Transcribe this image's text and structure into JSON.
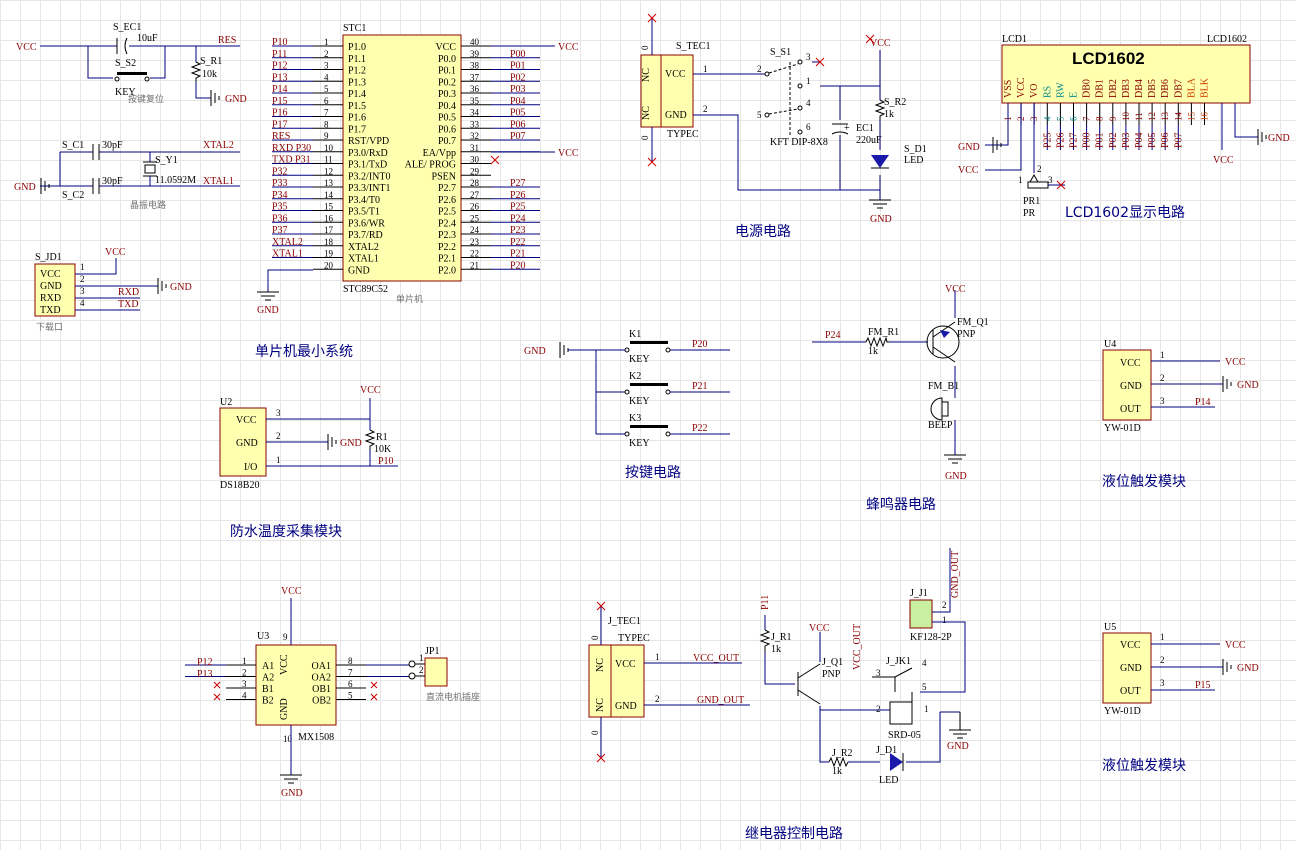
{
  "mcu": {
    "ref": "STC1",
    "part": "STC89C52",
    "comment": "单片机",
    "left_pins": [
      {
        "num": "1",
        "name": "P1.0",
        "net": "P10"
      },
      {
        "num": "2",
        "name": "P1.1",
        "net": "P11"
      },
      {
        "num": "3",
        "name": "P1.2",
        "net": "P12"
      },
      {
        "num": "4",
        "name": "P1.3",
        "net": "P13"
      },
      {
        "num": "5",
        "name": "P1.4",
        "net": "P14"
      },
      {
        "num": "6",
        "name": "P1.5",
        "net": "P15"
      },
      {
        "num": "7",
        "name": "P1.6",
        "net": "P16"
      },
      {
        "num": "8",
        "name": "P1.7",
        "net": "P17"
      },
      {
        "num": "9",
        "name": "RST/VPD",
        "net": "RES"
      },
      {
        "num": "10",
        "name": "P3.0/RxD",
        "net": "RXD P30"
      },
      {
        "num": "11",
        "name": "P3.1/TxD",
        "net": "TXD P31"
      },
      {
        "num": "12",
        "name": "P3.2/INT0",
        "net": "P32"
      },
      {
        "num": "13",
        "name": "P3.3/INT1",
        "net": "P33"
      },
      {
        "num": "14",
        "name": "P3.4/T0",
        "net": "P34"
      },
      {
        "num": "15",
        "name": "P3.5/T1",
        "net": "P35"
      },
      {
        "num": "16",
        "name": "P3.6/WR",
        "net": "P36"
      },
      {
        "num": "17",
        "name": "P3.7/RD",
        "net": "P37"
      },
      {
        "num": "18",
        "name": "XTAL2",
        "net": "XTAL2"
      },
      {
        "num": "19",
        "name": "XTAL1",
        "net": "XTAL1"
      },
      {
        "num": "20",
        "name": "GND",
        "net": ""
      }
    ],
    "right_pins": [
      {
        "num": "40",
        "name": "VCC",
        "net": "VCC"
      },
      {
        "num": "39",
        "name": "P0.0",
        "net": "P00"
      },
      {
        "num": "38",
        "name": "P0.1",
        "net": "P01"
      },
      {
        "num": "37",
        "name": "P0.2",
        "net": "P02"
      },
      {
        "num": "36",
        "name": "P0.3",
        "net": "P03"
      },
      {
        "num": "35",
        "name": "P0.4",
        "net": "P04"
      },
      {
        "num": "34",
        "name": "P0.5",
        "net": "P05"
      },
      {
        "num": "33",
        "name": "P0.6",
        "net": "P06"
      },
      {
        "num": "32",
        "name": "P0.7",
        "net": "P07"
      },
      {
        "num": "31",
        "name": "EA/Vpp",
        "net": "VCC"
      },
      {
        "num": "30",
        "name": "ALE/ PROG",
        "net": ""
      },
      {
        "num": "29",
        "name": "PSEN",
        "net": ""
      },
      {
        "num": "28",
        "name": "P2.7",
        "net": "P27"
      },
      {
        "num": "27",
        "name": "P2.6",
        "net": "P26"
      },
      {
        "num": "26",
        "name": "P2.5",
        "net": "P25"
      },
      {
        "num": "25",
        "name": "P2.4",
        "net": "P24"
      },
      {
        "num": "24",
        "name": "P2.3",
        "net": "P23"
      },
      {
        "num": "23",
        "name": "P2.2",
        "net": "P22"
      },
      {
        "num": "22",
        "name": "P2.1",
        "net": "P21"
      },
      {
        "num": "21",
        "name": "P2.0",
        "net": "P20"
      }
    ]
  },
  "reset": {
    "vcc": "VCC",
    "cap_ref": "S_EC1",
    "cap_val": "10uF",
    "net": "RES",
    "sw_ref": "S_S2",
    "sw_val": "KEY",
    "res_ref": "S_R1",
    "res_val": "10k",
    "gnd": "GND",
    "caption": "按键复位"
  },
  "crystal": {
    "c1_ref": "S_C1",
    "c1_val": "30pF",
    "c2_ref": "S_C2",
    "c2_val": "30pF",
    "y_ref": "S_Y1",
    "y_val": "11.0592M",
    "net1": "XTAL2",
    "net2": "XTAL1",
    "gnd": "GND",
    "caption": "晶振电路"
  },
  "download": {
    "ref": "S_JD1",
    "pins": [
      "VCC",
      "GND",
      "RXD",
      "TXD"
    ],
    "nums": [
      "1",
      "2",
      "3",
      "4"
    ],
    "vcc": "VCC",
    "gnd": "GND",
    "net_rxd": "RXD",
    "net_txd": "TXD",
    "caption": "下载口"
  },
  "mcu_title": "单片机最小系统",
  "power": {
    "jack_ref": "S_TEC1",
    "jack_pins": [
      "VCC",
      "GND"
    ],
    "jack_nc": [
      "NC",
      "NC"
    ],
    "jack_nums": [
      "1",
      "2"
    ],
    "jack_part": "TYPEC",
    "zeros": [
      "0",
      "0"
    ],
    "sw_ref": "S_S1",
    "sw_part": "KFT DIP-8X8",
    "sw_nums": [
      "1",
      "2",
      "3",
      "4",
      "5",
      "6"
    ],
    "cap_ref": "EC1",
    "cap_val": "220uF",
    "cap_sign": "+",
    "res_ref": "S_R2",
    "res_val": "1k",
    "led_ref": "S_D1",
    "led_val": "LED",
    "vcc": "VCC",
    "gnd": "GND",
    "title": "电源电路"
  },
  "lcd": {
    "ref": "LCD1",
    "part_name": "LCD1602",
    "big": "LCD1602",
    "pins": [
      "VSS",
      "VCC",
      "VO",
      "RS",
      "RW",
      "E",
      "DB0",
      "DB1",
      "DB2",
      "DB3",
      "DB4",
      "DB5",
      "DB6",
      "DB7",
      "BLA",
      "BLK"
    ],
    "nums": [
      "1",
      "2",
      "3",
      "4",
      "5",
      "6",
      "7",
      "8",
      "9",
      "10",
      "11",
      "12",
      "13",
      "14",
      "15",
      "16"
    ],
    "nets": [
      "P25",
      "P26",
      "P27",
      "P00",
      "P01",
      "P02",
      "P03",
      "P04",
      "P05",
      "P06",
      "P07"
    ],
    "gnd": "GND",
    "vcc": "VCC",
    "pot_ref": "PR1",
    "pot_part": "PR",
    "pot_nums": [
      "1",
      "2",
      "3"
    ],
    "gnd2": "GND",
    "vcc2": "VCC",
    "title": "LCD1602显示电路"
  },
  "temp": {
    "ref": "U2",
    "part": "DS18B20",
    "pins": [
      "VCC",
      "GND",
      "I/O"
    ],
    "nums": [
      "3",
      "2",
      "1"
    ],
    "res_ref": "R1",
    "res_val": "10K",
    "vcc": "VCC",
    "gnd": "GND",
    "net": "P10",
    "title": "防水温度采集模块"
  },
  "keys": {
    "gnd": "GND",
    "items": [
      {
        "ref": "K1",
        "val": "KEY",
        "net": "P20"
      },
      {
        "ref": "K2",
        "val": "KEY",
        "net": "P21"
      },
      {
        "ref": "K3",
        "val": "KEY",
        "net": "P22"
      }
    ],
    "title": "按键电路"
  },
  "buzzer": {
    "net": "P24",
    "res_ref": "FM_R1",
    "res_val": "1k",
    "q_ref": "FM_Q1",
    "q_val": "PNP",
    "bz_ref": "FM_B1",
    "bz_val": "BEEP",
    "vcc": "VCC",
    "gnd": "GND",
    "title": "蜂鸣器电路"
  },
  "level1": {
    "ref": "U4",
    "part": "YW-01D",
    "pins": [
      "VCC",
      "GND",
      "OUT"
    ],
    "nums": [
      "1",
      "2",
      "3"
    ],
    "vcc": "VCC",
    "gnd": "GND",
    "net": "P14",
    "title": "液位触发模块"
  },
  "level2": {
    "ref": "U5",
    "part": "YW-01D",
    "pins": [
      "VCC",
      "GND",
      "OUT"
    ],
    "nums": [
      "1",
      "2",
      "3"
    ],
    "vcc": "VCC",
    "gnd": "GND",
    "net": "P15",
    "title": "液位触发模块"
  },
  "motor": {
    "ref": "U3",
    "part": "MX1508",
    "left_pins": [
      "A1",
      "A2",
      "B1",
      "B2"
    ],
    "right_pins": [
      "OA1",
      "OA2",
      "OB1",
      "OB2"
    ],
    "left_nums": [
      "1",
      "2",
      "3",
      "4"
    ],
    "right_nums": [
      "8",
      "7",
      "6",
      "5"
    ],
    "vcc_pin": "VCC",
    "gnd_pin": "GND",
    "vcc_num": "9",
    "gnd_num": "10",
    "net1": "P12",
    "net2": "P13",
    "vcc": "VCC",
    "gnd": "GND",
    "jp_ref": "JP1",
    "jp_nums": [
      "1",
      "2"
    ],
    "jp_caption": "直流电机插座"
  },
  "relay": {
    "jack_ref": "J_TEC1",
    "jack_part": "TYPEC",
    "jack_pins": [
      "VCC",
      "GND"
    ],
    "jack_nc": [
      "NC",
      "NC"
    ],
    "jack_nums": [
      "1",
      "2"
    ],
    "zeros": [
      "0",
      "0"
    ],
    "net_vcc": "VCC_OUT",
    "net_gnd": "GND_OUT",
    "p11": "P11",
    "r1_ref": "J_R1",
    "r1_val": "1k",
    "vcc": "VCC",
    "q_ref": "J_Q1",
    "q_val": "PNP",
    "vcc_out": "VCC_OUT",
    "gnd_out": "GND_OUT",
    "j1_ref": "J_J1",
    "j1_part": "KF128-2P",
    "j1_nums": [
      "1",
      "2"
    ],
    "jk_ref": "J_JK1",
    "jk_part": "SRD-05",
    "jk_nums": [
      "1",
      "2",
      "3",
      "4",
      "5"
    ],
    "r2_ref": "J_R2",
    "r2_val": "1k",
    "d_ref": "J_D1",
    "d_val": "LED",
    "gnd": "GND",
    "title": "继电器控制电路"
  }
}
